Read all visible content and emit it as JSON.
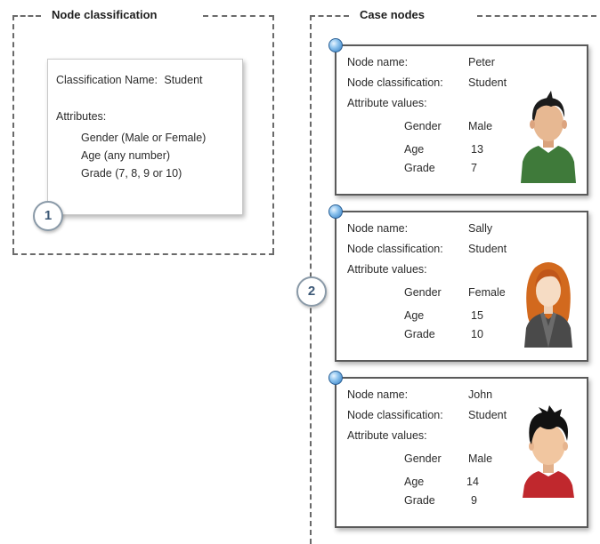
{
  "node_classification": {
    "title": "Node classification",
    "number": "1",
    "name_label": "Classification Name:",
    "name_value": "Student",
    "attributes_label": "Attributes:",
    "attributes": [
      "Gender (Male or Female)",
      "Age (any number)",
      "Grade (7, 8, 9 or 10)"
    ]
  },
  "case_nodes": {
    "title": "Case nodes",
    "number": "2",
    "labels": {
      "node_name": "Node name:",
      "node_classification": "Node classification:",
      "attribute_values": "Attribute values:",
      "gender": "Gender",
      "age": "Age",
      "grade": "Grade"
    },
    "cases": [
      {
        "name": "Peter",
        "classification": "Student",
        "gender": "Male",
        "age": "13",
        "grade": "7",
        "avatar": "boy-avatar-icon"
      },
      {
        "name": "Sally",
        "classification": "Student",
        "gender": "Female",
        "age": "15",
        "grade": "10",
        "avatar": "girl-avatar-icon"
      },
      {
        "name": "John",
        "classification": "Student",
        "gender": "Male",
        "age": "14",
        "grade": "9",
        "avatar": "boy-avatar-icon"
      }
    ]
  },
  "colors": {
    "dash_border": "#6a6a6a",
    "card_border": "#5a5a5a",
    "pin_blue": "#2f78bf",
    "circle_text": "#3c5876"
  }
}
